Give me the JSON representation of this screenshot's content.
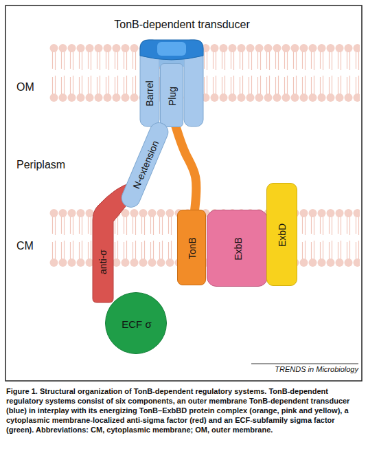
{
  "diagram": {
    "caption": "Figure 1. Structural organization of TonB-dependent regulatory systems. TonB-dependent regulatory systems consist of six components, an outer membrane TonB-dependent transducer (blue) in interplay with its energizing TonB–ExbBD protein complex (orange, pink and yellow), a cytoplasmic membrane-localized anti-sigma factor (red) and an ECF-subfamily sigma factor (green). Abbreviations: CM, cytoplasmic membrane; OM, outer membrane.",
    "nodes": [
      {
        "text": [
          "Barrel"
        ]
      },
      {
        "text": [
          "Plug"
        ],
        "in": 0
      },
      {
        "text": [
          "N-extension"
        ]
      },
      {
        "text": [
          "anti-σ"
        ]
      },
      {
        "text": [
          "TonB"
        ]
      },
      {
        "text": [
          "ExbB"
        ]
      },
      {
        "text": [
          "ExbD"
        ]
      },
      {
        "text": [
          "ECF σ"
        ]
      }
    ],
    "edges": [
      {
        "from": 4,
        "to": 1,
        "arrow": "none"
      }
    ],
    "labels": [
      "TonB-dependent transducer",
      "OM",
      "Periplasm",
      "CM",
      "TRENDS in Microbiology"
    ]
  }
}
